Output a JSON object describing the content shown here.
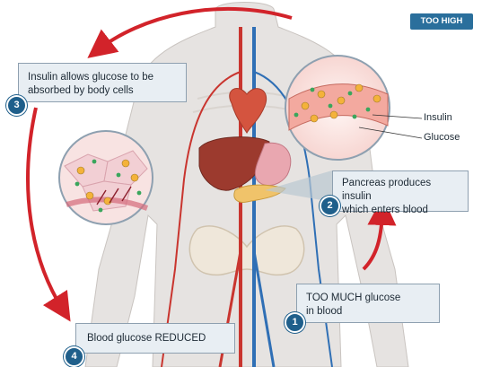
{
  "badge": "TOO HIGH",
  "steps": [
    {
      "number": "1",
      "text": "TOO MUCH glucose\nin blood"
    },
    {
      "number": "2",
      "text": "Pancreas produces insulin\nwhich enters blood"
    },
    {
      "number": "3",
      "text": "Insulin allows glucose to be\nabsorbed by body cells"
    },
    {
      "number": "4",
      "text": "Blood glucose REDUCED"
    }
  ],
  "labels": {
    "insulin": "Insulin",
    "glucose": "Glucose"
  },
  "colors": {
    "arrow": "#d2232a",
    "step_badge": "#1f5f8b",
    "callout_box": "#e8eef3",
    "insulin_dot": "#3aa65c",
    "glucose_dot": "#f4b23a",
    "artery": "#c9352f",
    "vein": "#2f6fb5"
  }
}
